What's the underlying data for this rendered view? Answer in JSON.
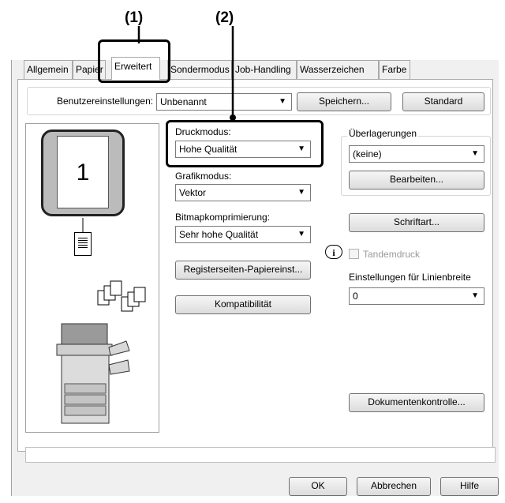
{
  "callouts": {
    "c1": "(1)",
    "c2": "(2)"
  },
  "tabs": [
    "Allgemein",
    "Papier",
    "Erweitert",
    "Sondermodus",
    "Job-Handling",
    "Wasserzeichen",
    "Farbe"
  ],
  "user_settings": {
    "label": "Benutzereinstellungen:",
    "value": "Unbenannt",
    "save_label": "Speichern...",
    "default_label": "Standard"
  },
  "preview": {
    "page_number": "1"
  },
  "print_mode": {
    "label": "Druckmodus:",
    "value": "Hohe Qualität"
  },
  "graphics_mode": {
    "label": "Grafikmodus:",
    "value": "Vektor"
  },
  "bitmap": {
    "label": "Bitmapkomprimierung:",
    "value": "Sehr hohe Qualität"
  },
  "tab_paper_button": "Registerseiten-Papiereinst...",
  "compat_button": "Kompatibilität",
  "overlays": {
    "label": "Überlagerungen",
    "value": "(keine)",
    "edit_label": "Bearbeiten..."
  },
  "font_button": "Schriftart...",
  "tandem": {
    "label": "Tandemdruck",
    "checked": false
  },
  "line_width": {
    "label": "Einstellungen für Linienbreite",
    "value": "0"
  },
  "doc_control_button": "Dokumentenkontrolle...",
  "footer": {
    "ok": "OK",
    "cancel": "Abbrechen",
    "help": "Hilfe"
  }
}
